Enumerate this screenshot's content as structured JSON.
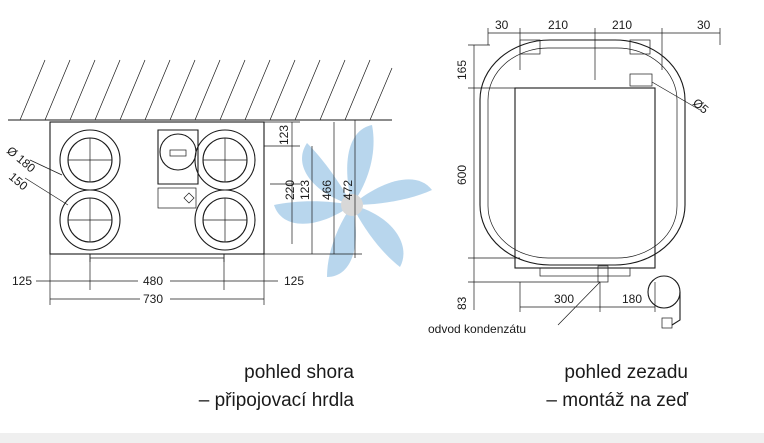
{
  "top_view": {
    "dims": {
      "d180": "Ø 180",
      "d150": "150",
      "h123a": "123",
      "h220": "220",
      "h123b": "123",
      "h466": "466",
      "h472": "472",
      "w125l": "125",
      "w480": "480",
      "w125r": "125",
      "w730": "730"
    },
    "caption_line1": "pohled shora",
    "caption_line2": "– připojovací hrdla"
  },
  "back_view": {
    "dims": {
      "t30l": "30",
      "t210l": "210",
      "t210r": "210",
      "t30r": "30",
      "v165": "165",
      "v600": "600",
      "v83": "83",
      "d5": "Ø5",
      "b300": "300",
      "b180": "180"
    },
    "condensate_label": "odvod kondenzátu",
    "caption_line1": "pohled zezadu",
    "caption_line2": "– montáž na zeď"
  },
  "watermark": {
    "name": "fan-logo",
    "color": "#9ec8e8"
  }
}
